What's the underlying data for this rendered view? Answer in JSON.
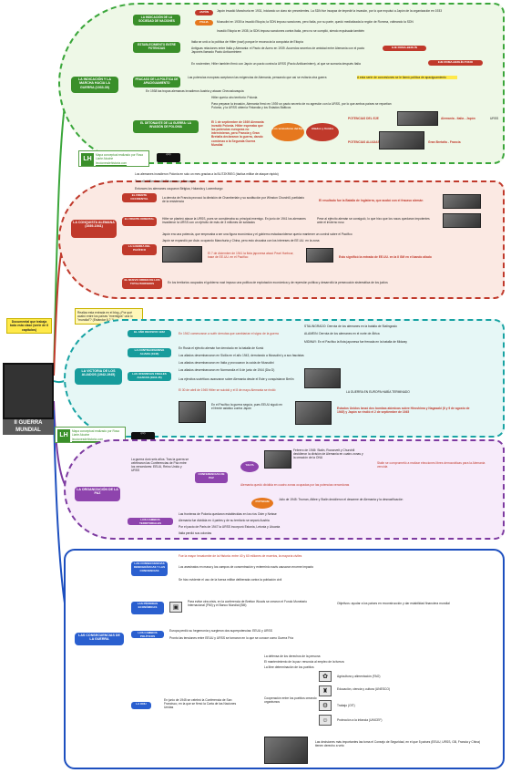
{
  "root": {
    "title": "II GUERRA MUNDIAL"
  },
  "note": {
    "text": "Documental que trabaja toda esta clase (serie de 6 capítulos)"
  },
  "tooltip": {
    "text": "Realiza esta entrada en el blog ¿Por qué acabó entre los países \"enemigos\" una lo \"mundial\"? (Estándar 6.2.1)"
  },
  "credits": {
    "made_with": "Mapa conceptual realizado por Rosa Liarte Alcaine",
    "site": "leccionesdehistoria.com"
  },
  "causes": {
    "title": "LAS CAUSAS",
    "sub1": "LA INDICACIÓN DE LA SOCIEDAD DE NACIONES",
    "sub1_items": [
      "Japón invadió Manchuria en 1931, iniciando un claro sin precedentes. La SDN fue incapaz de impedir la invasión, por lo que expulsó a Japón de la organización en 1933",
      "Mussolini en 1935 la invadió Etiopía; la SDN impuso sanciones, pero Italia, por su parte, quedó mediatizada la región de Romma, volteando la SDN",
      "Invadió Etiopía en 1935, la SDN impuso sanciones contra Italia, pero no se cumplió, siendo expulsada también"
    ],
    "sub1_pills": [
      "JAPÓN",
      "ITALIA"
    ],
    "sub2": "ESTABLECIMIENTO ENTRE POTENCIAS",
    "sub2_items": [
      "Italia se unió a la política de Hitler (nazi) porque le reconocía la conquista de Etiopía",
      "Antiguas relaciones entre Italia y Alemania: el Pacto de Acero en 1939. Acuerdos secretos de amistad entre Alemania con el pacto Japonés llamado Pacto Anticomintern",
      "En noviembre, Hitler también firmó con Japón un pacto contra la URSS (Pacto Antikomintern), al que se sumaría después Italia"
    ],
    "sub2_pills": [
      "EJE ROMA-BERLÍN",
      "EJE ROMA-BERLÍN-TOKIO"
    ],
    "sub3": "LA INDICACIÓN Y LA MARCHA HACIA LA GUERRA (1933-39)",
    "sub4": "FRACASO DE LA POLÍTICA DE APACIGUAMIENTO",
    "sub4_items": [
      "Las potencias europeas aceptaron las exigencias de Alemania, pensando que así se evitaría otra guerra",
      "A esta serie de concesiones se le llamó política de apaciguamiento",
      "En 1938 las tropas alemanas invadieron Austria y atacan Checoslovaquia"
    ],
    "sub5": "EL DETONANTE DE LA GUERRA: LA INVASIÓN DE POLONIA",
    "sub5_items": [
      "Hitler quería otro territorio: Polonia",
      "Para preparar la invasión, Alemania firmó en 1939 un pacto secreto de no agresión con la URSS, por lo que ambos países se repartían Polonia, y la URSS obtenía Finlandia y los Estados Bálticos",
      "El 1 de septiembre de 1939 Alemania invadió Polonia. Hitler esperaba que las potencias europeas no intervinieran, pero Francia y Gran Bretaña declararon la guerra, dando comienzo a la Segunda Guerra Mundial"
    ],
    "alliances": {
      "axis": "Los vencedores del Eje",
      "allies": "Aliados y Unidos",
      "axis_powers": "POTENCIAS DEL EJE",
      "allied_powers": "POTENCIAS ALIADAS",
      "axis_members": "Alemania - Italia - Japón",
      "allied_members": "Gran Bretaña - Francia",
      "urss": "URSS"
    }
  },
  "german_conquest": {
    "title": "LA CONQUISTA ALEMANA (1939-1941)",
    "intro": [
      "Los alemanes invadieron Polonia en solo un mes gracias a la BLITZKRIEG (táctica militar de ataque rápido)",
      "Tras ello Hitler invadió Dinamarca y Noruega",
      "Entonces los alemanes ocuparon Bélgica, Holanda y Luxemburgo"
    ],
    "frente_occidental": "EL FRENTE OCCIDENTAL",
    "occ_text": "La derrota de Francia provocó la dimisión de Chamberlain y su sustitución por Winston Churchill, partidario de la resistencia",
    "occ_red": "El resultado fue la Batalla de Inglaterra, que acabó con el fracaso alemán",
    "frente_oriental": "EL FRENTE ORIENTAL",
    "ori_text": "Hitler se planteó atacar la URSS, pues se consideraba su principal enemigo. En junio de 1941 los alemanes invadieron la URSS con un ejército de más de 3 millones de soldados",
    "ori_red": "Pese al ejército alemán se consiguió, lo que hizo que los rusos quedaran impotentes ante el invierno ruso",
    "pacifico": "LA GUERRA DEL PACÍFICO",
    "pac_text": [
      "Japón era una potencia, que empezaba a ser una figura económica y el gobierno estadounidense quería mantener un control sobre el Pacífico",
      "Japón se expandió por Asia: ocupando Manchuria y China, pero esto chocaba con los intereses de EE.UU. en la zona"
    ],
    "pac_red": "El 7 de diciembre de 1941 la flota japonesa atacó Pearl Harbour, base de EE.UU. en el Pacífico",
    "pac_red2": "Esto significó la entrada de EE.UU. en la II GM en el bando aliado",
    "nuevo_orden": "EL NUEVO ORDEN DE LOS TOTALITARISMOS",
    "nuevo_text": "En los territorios ocupados el gobierno nazi impuso una política de explotación económica y de represión política y desarrolló la persecución sistemática de los judíos"
  },
  "allied_victory": {
    "title": "LA VICTORIA DE LOS ALIADOS (1942-1945)",
    "year1942": "EL AÑO DECISIVO 1942",
    "y1942_text": "En 1942 comenzaron a sufrir derrotas que cambiarían el signo de la guerra",
    "stalingrad": "STALINGRADO: Derrota de los alemanes en la batalla de Stalingrado",
    "alamein": "ALAMEIN: Derrota de los alemanes en el norte de África",
    "midway": "MIDWAY: En el Pacífico la flota japonesa fue frenada en la batalla de Midway",
    "contraofensiva": "LA CONTRAOFENSIVA ALIADA (1943)",
    "contra_text": [
      "En Rusia el ejército alemán fue derrotado en la batalla de Kursk",
      "Los aliados desembarcaron en Sicilia en el año 1943, derrotando a Mussolini y a sus fascistas",
      "Los aliados desembarcaron en Italia y provocaron la caída de Mussolini"
    ],
    "ofensivas": "LAS OFENSIVAS FINALES ALIADAS (1944-45)",
    "ofen_text": [
      "Los aliados desembarcaron en Normandía el 6 de junio de 1944 (Día D)",
      "Los ejércitos soviéticos avanzaron sobre Alemania desde el Este y conquistaron Berlín",
      "El 30 de abril de 1945 Hitler se suicidó y el 8 de mayo Alemania se rindió"
    ],
    "ofen_red": "LA GUERRA EN EUROPA HABÍA TERMINADO",
    "pacific_text": "En el Pacífico la guerra seguía, pues EEUU siguió en el frente asiático contra Japón",
    "hiroshima": "Estados Unidos lanzó dos bombas atómicas sobre Hiroshima y Nagasaki (6 y 9 de agosto de 1945) y Japón se rindió el 2 de septiembre de 1945"
  },
  "peace": {
    "title": "LA ORGANIZACIÓN DE LA PAZ",
    "intro": "La guerra duró seis años. Tras la guerra se celebraron las Conferencias de Paz entre los vencedores: EEUU, Reino Unido y URSS",
    "conferencias": "CONFERENCIAS DE PAZ",
    "yalta": "YALTA",
    "potsdam": "POTSDAM",
    "yalta_text": "Febrero de 1945: Stalin, Roosevelt y Churchill decidieron la división de Alemania en cuatro zonas y la creación de la ONU",
    "yalta_red": "Stalin se comprometió a realizar elecciones libres democráticas para la Alemania vencida",
    "potsdam_text": "Julio de 1945: Truman, Attlee y Stalin decidieron el desarme de Alemania y la desnazificación",
    "potsdam_red": "Alemania quedó dividida en cuatro zonas ocupadas por las potencias vencedoras",
    "tratados": "LOS CAMBIOS TERRITORIALES",
    "trat_text": [
      "Las fronteras de Polonia quedaron establecidas en los ríos Oder y Neisse",
      "Alemania fue dividida en 4 partes y de su territorio se separó Austria",
      "Por el pacto de Paris de 1947 la URSS incorporó Estonia, Letonia y Lituania",
      "Italia perdió sus colonias"
    ]
  },
  "consequences": {
    "title": "LAS CONSECUENCIAS DE LA GUERRA",
    "sub1": "LAS CONSECUENCIAS DEMOGRÁFICAS Y LAS CONCIENCIAS",
    "sub1_text": [
      "Fue la mayor hecatombe de la Historia: entre 40 y 60 millones de muertos, la mayoría civiles",
      "Los asesinatos en masa y los campos de concentración y exterminio nazis causaron enorme impacto",
      "Se hizo evidente el uso de la fuerza militar deliberada contra la población civil"
    ],
    "sub2": "LAS PÉRDIDAS ECONÓMICAS",
    "sub2_text": "Para evitar otra crisis, en la conferencia de Bretton Woods se crearon el Fondo Monetario Internacional (FMI) y el Banco Mundial (BM)",
    "sub2_red": "Objetivos: ayudar a los países en reconstrucción y dar estabilidad financiera mundial",
    "sub3": "LOS CAMBIOS POLÍTICOS",
    "sub3_text": [
      "Europa perdió su hegemonía y surgieron dos superpotencias: EEUU y URSS",
      "Pronto las tensiones entre EEUU y URSS se tornaron en lo que se conoce como Guerra Fría"
    ],
    "sub4": "LA ONU",
    "onu_text": "En junio de 1945 se celebró la Conferencia de San Francisco, en la que se firmó la Carta de las Naciones Unidas",
    "onu_items": [
      "La defensa de los derechos de la persona",
      "El mantenimiento de la paz: renuncia al empleo de la fuerza",
      "La libre determinación de los pueblos",
      "Agricultura y alimentación (FAO)",
      "Educación, ciencia y cultura (UNESCO)",
      "Trabajo (OIT)",
      "Protección a la infancia (UNICEF)"
    ],
    "onu_coop": "Cooperación entre los pueblos creando organismos",
    "onu_council": "Las decisiones más importantes las toma el Consejo de Seguridad, en el que 5 países (EEUU, URSS, GB, Francia y China) tienen derecho a veto"
  }
}
